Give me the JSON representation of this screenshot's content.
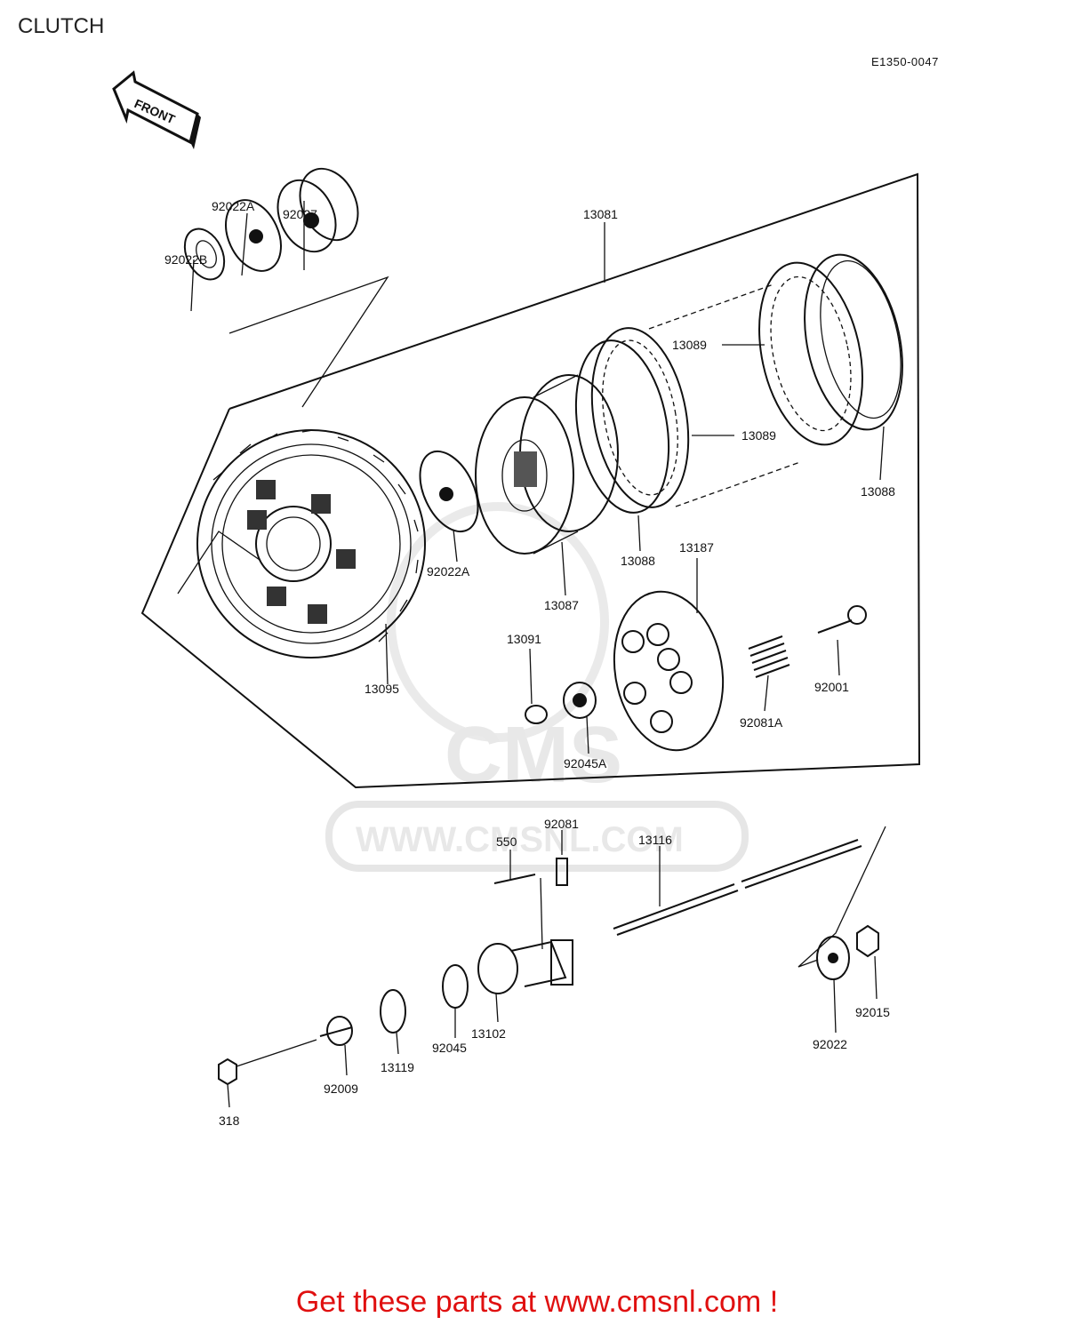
{
  "page": {
    "title": "CLUTCH",
    "diagram_code": "E1350-0047",
    "footer": "Get these parts at www.cmsnl.com !"
  },
  "direction_arrow": {
    "label": "FRONT"
  },
  "watermark": {
    "brand": "CMS",
    "url": "WWW.CMSNL.COM"
  },
  "callouts": {
    "p92022B": "92022B",
    "p92022A_top": "92022A",
    "p92027": "92027",
    "p13081": "13081",
    "p13089_a": "13089",
    "p13089_b": "13089",
    "p13088_a": "13088",
    "p13088_b": "13088",
    "p13187": "13187",
    "p92022A_mid": "92022A",
    "p13087": "13087",
    "p13091": "13091",
    "p13095": "13095",
    "p92001": "92001",
    "p92081A": "92081A",
    "p92045A": "92045A",
    "p92081": "92081",
    "p550": "550",
    "p13116": "13116",
    "p92022": "92022",
    "p92015": "92015",
    "p13102": "13102",
    "p92045": "92045",
    "p13119": "13119",
    "p92009": "92009",
    "p318": "318"
  }
}
